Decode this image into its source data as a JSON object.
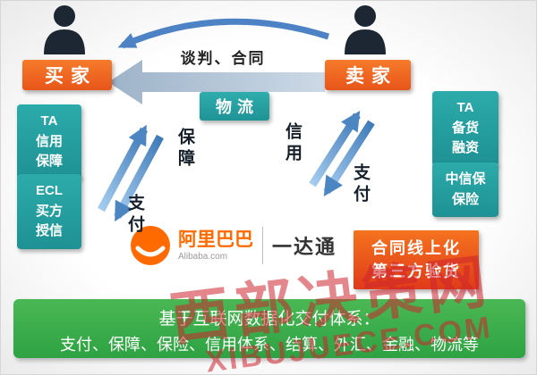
{
  "actors": {
    "buyer": "买家",
    "seller": "卖家"
  },
  "labels": {
    "negotiation": "谈判、合同",
    "logistics": "物流",
    "guarantee": "保障",
    "credit": "信用",
    "payment_left": "支付",
    "payment_right": "支付"
  },
  "side_boxes": {
    "left_top": {
      "line1": "TA",
      "line2": "信用",
      "line3": "保障"
    },
    "left_bottom": {
      "line1": "ECL",
      "line2": "买方",
      "line3": "授信"
    },
    "right_top": {
      "line1": "TA",
      "line2": "备货",
      "line3": "融资"
    },
    "right_bottom": {
      "line1": "中信保",
      "line2": "保险"
    }
  },
  "brand": {
    "name": "阿里巴巴",
    "domain": "Alibaba.com",
    "product": "一达通"
  },
  "highlight": {
    "line1": "合同线上化",
    "line2": "第三方验货"
  },
  "banner": {
    "line1": "基于互联网数据化交付体系：",
    "line2": "支付、保障、保险、信用体系、结算、外汇、金融、物流等"
  },
  "watermark": {
    "cn": "西部决策网",
    "en": "XIBUJUECE.COM"
  },
  "colors": {
    "box_orange": "#f2641c",
    "teal": "#26a3a3",
    "green": "#3cae4a",
    "brand_orange": "#ff6a00",
    "arrow_blue": "#4b86c2",
    "watermark_red": "#d2232d"
  }
}
